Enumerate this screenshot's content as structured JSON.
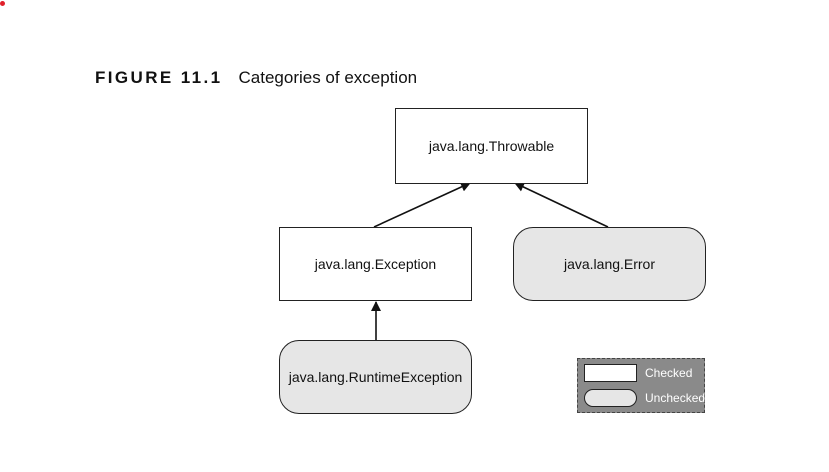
{
  "figure": {
    "label": "FIGURE 11.1",
    "title": "Categories of exception"
  },
  "nodes": {
    "throwable": "java.lang.Throwable",
    "exception": "java.lang.Exception",
    "error": "java.lang.Error",
    "runtime_exception": "java.lang.RuntimeException"
  },
  "legend": {
    "checked": "Checked",
    "unchecked": "Unchecked"
  },
  "colors": {
    "unchecked_fill": "#e6e6e6",
    "legend_background": "#8a8a8a",
    "marker_dot": "#e0202a"
  }
}
